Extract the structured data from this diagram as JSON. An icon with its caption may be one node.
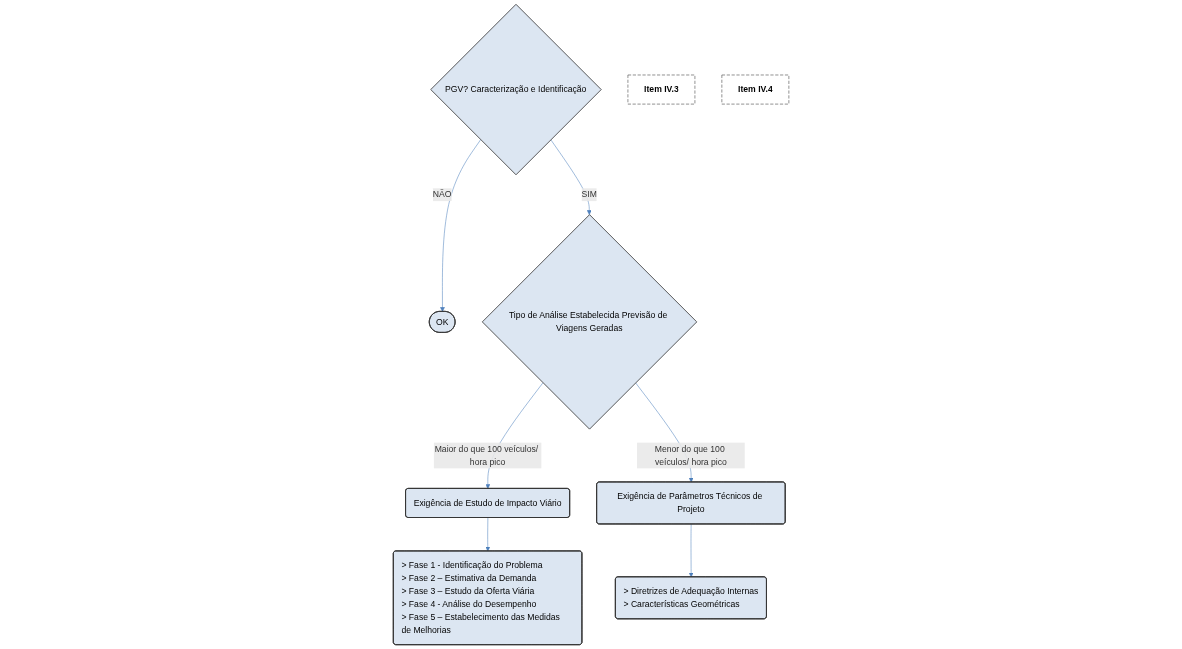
{
  "diagram": {
    "nodes": [
      {
        "text": [
          "PGV? Caracterização e Identificação"
        ]
      },
      {
        "text": [
          "Item IV.3"
        ]
      },
      {
        "text": [
          "OK"
        ]
      },
      {
        "text": [
          "Tipo de Análise Estabelecida Previsão de Viagens Geradas"
        ]
      },
      {
        "text": [
          "Item IV.4"
        ]
      },
      {
        "text": [
          "Exigência de Estudo de Impacto Viário"
        ]
      },
      {
        "text": [
          "Exigência de Parâmetros Técnicos de Projeto"
        ]
      },
      {
        "text": [
          "> Fase 1 - Identificação do Problema",
          "> Fase 2 – Estimativa da Demanda",
          "> Fase 3 – Estudo da Oferta Viária",
          "> Fase 4 - Análise do Desempenho",
          "> Fase 5 – Estabelecimento das Medidas de Melhorias"
        ]
      },
      {
        "text": [
          "> Diretrizes de Adequação Internas",
          "> Características Geométricas"
        ]
      }
    ],
    "edges": [
      {
        "from": 0,
        "to": 2,
        "arrow": "to",
        "label": "NÃO"
      },
      {
        "from": 0,
        "to": 3,
        "arrow": "to",
        "label": "SIM"
      },
      {
        "from": 3,
        "to": 5,
        "arrow": "to",
        "label": "Maior do que 100 veículos/ hora pico"
      },
      {
        "from": 3,
        "to": 6,
        "arrow": "to",
        "label": "Menor do que 100 veículos/ hora pico"
      },
      {
        "from": 5,
        "to": 7,
        "arrow": "to"
      },
      {
        "from": 6,
        "to": 8,
        "arrow": "to"
      }
    ]
  }
}
